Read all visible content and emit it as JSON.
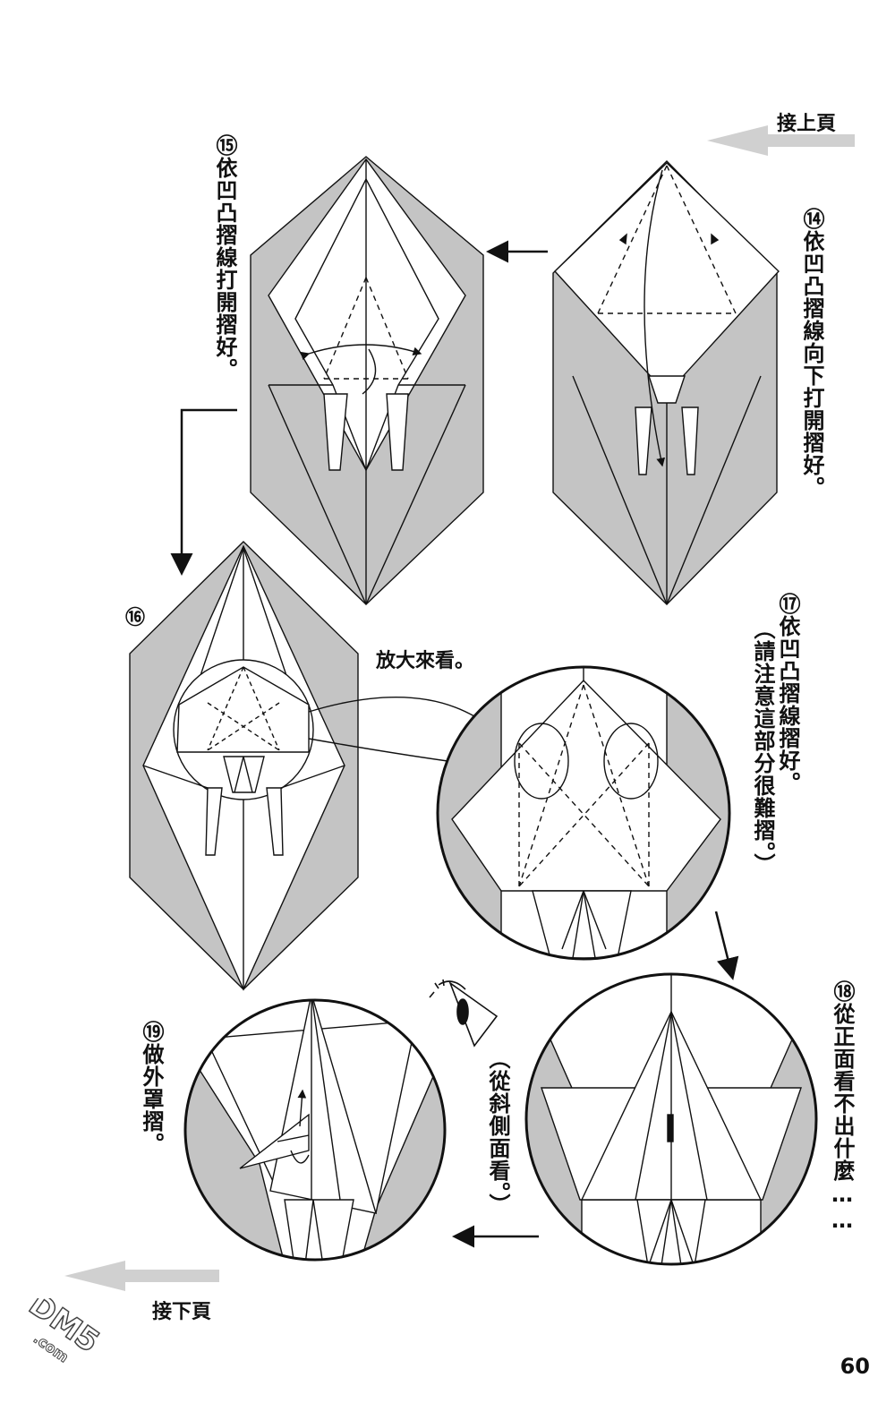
{
  "nav": {
    "continued_from": "接上頁",
    "continued_on": "接下頁"
  },
  "steps": {
    "s14": {
      "number": "⑭",
      "text": "依凹凸摺線向下打開摺好。"
    },
    "s15": {
      "number": "⑮",
      "text": "依凹凸摺線打開摺好。"
    },
    "s16": {
      "number": "⑯"
    },
    "zoom_note": "放大來看。",
    "s17": {
      "number": "⑰",
      "text": "依凹凸摺線摺好。",
      "note": "（請注意這部分很難摺。）"
    },
    "s18": {
      "number": "⑱",
      "text": "從正面看不出什麼……"
    },
    "s19": {
      "number": "⑲",
      "text": "做外罩摺。"
    },
    "side_view_note": "（從斜側面看。）"
  },
  "page_number": "60",
  "watermark": "DM5.com",
  "colors": {
    "paper_gray": "#c4c4c4",
    "line": "#111111",
    "arrow_gray": "#d0d0d0"
  }
}
